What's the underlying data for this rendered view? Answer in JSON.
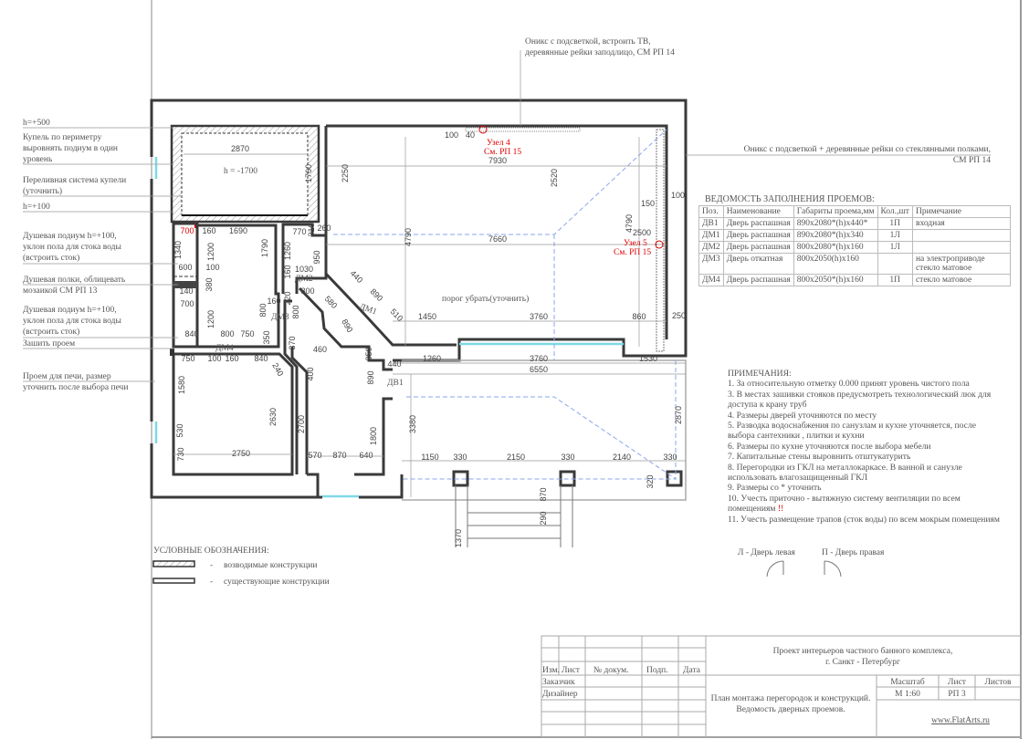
{
  "callouts": {
    "top": [
      "Оникс с подсветкой, встроить ТВ,",
      "деревянные рейки заподлицо, СМ РП 14"
    ],
    "right": [
      "Оникс с подсветкой + деревянные рейки со стеклянными полками,",
      "СМ РП 14"
    ],
    "left": [
      [
        "h=+500"
      ],
      [
        "Купель по периметру",
        "выровнять подиум в один",
        "уровень"
      ],
      [
        "Переливная система купели",
        "(уточнить)"
      ],
      [
        "h=+100"
      ],
      [
        "Душевая подиум h=+100,",
        "уклон пола для стока воды",
        "(встроить сток)"
      ],
      [
        "Душевая полки, облицевать",
        "мозаикой СМ РП 13"
      ],
      [
        "Душевая подиум h=+100,",
        "уклон пола для стока воды",
        "(встроить сток)"
      ],
      [
        "Зашить проем"
      ],
      [
        "Проем для печи, размер",
        "уточнить после выбора печи"
      ]
    ]
  },
  "plan": {
    "pool_level": "h = -1700",
    "threshold_note": "порог убрать(уточнить)",
    "node4": [
      "Узел 4",
      "См. РП 15"
    ],
    "node5": [
      "Узел 5",
      "См. РП 15"
    ],
    "doors": {
      "dm1": "ДМ1",
      "dm2": "ДМ2",
      "dm3": "ДМ3",
      "dm4": "ДМ4",
      "dv1": "ДВ1"
    },
    "small": [
      "2520",
      "2500"
    ],
    "dims": [
      "2870",
      "1760",
      "100",
      "40",
      "7930",
      "2250",
      "4790",
      "7660",
      "4790",
      "150",
      "100",
      "250",
      "1450",
      "3760",
      "860",
      "700",
      "160",
      "1690",
      "1340",
      "1200",
      "1790",
      "600",
      "100",
      "380",
      "140",
      "700",
      "1200",
      "840",
      "800",
      "750",
      "350",
      "800",
      "770",
      "310",
      "260",
      "1260",
      "950",
      "1030",
      "160",
      "800",
      "160",
      "220",
      "800",
      "580",
      "440",
      "890",
      "510",
      "370",
      "460",
      "750",
      "100",
      "160",
      "840",
      "240",
      "400",
      "1260",
      "3760",
      "1530",
      "6550",
      "440",
      "890",
      "1580",
      "2630",
      "2700",
      "530",
      "730",
      "2750",
      "570",
      "870",
      "640",
      "1800",
      "3380",
      "2870",
      "1150",
      "330",
      "2150",
      "330",
      "2140",
      "330",
      "320",
      "870",
      "290",
      "1370",
      "890",
      "350"
    ]
  },
  "legend": {
    "title": "УСЛОВНЫЕ ОБОЗНАЧЕНИЯ:",
    "items": [
      {
        "dash": "-",
        "label": "возводимые конструкции"
      },
      {
        "dash": "-",
        "label": "существующие конструкции"
      }
    ]
  },
  "door_schedule": {
    "title": "ВЕДОМОСТЬ ЗАПОЛНЕНИЯ ПРОЕМОВ:",
    "headers": [
      "Поз.",
      "Наименование",
      "Габариты проема,мм",
      "Кол.,шт",
      "Примечание"
    ],
    "rows": [
      [
        "ДВ1",
        "Дверь распашная",
        "890x2080*(h)x440*",
        "1П",
        "входная"
      ],
      [
        "ДМ1",
        "Дверь распашная",
        "890x2080*(h)x340",
        "1Л",
        ""
      ],
      [
        "ДМ2",
        "Дверь распашная",
        "800x2080*(h)x160",
        "1Л",
        ""
      ],
      [
        "ДМ3",
        "Дверь откатная",
        "800x2050(h)x160",
        "",
        "на электроприводе стекло матовое"
      ],
      [
        "ДМ4",
        "Дверь распашная",
        "800x2050*(h)x160",
        "1П",
        "стекло матовое"
      ]
    ]
  },
  "notes": {
    "title": "ПРИМЕЧАНИЯ:",
    "items": [
      "1. За относительную отметку 0.000 принят уровень чистого пола",
      "3. В местах зашивки стояков предусмотреть технологический люк для доступа к крану труб",
      "4. Размеры дверей уточняются по месту",
      "5. Разводка водоснабжения по санузлам и кухне уточняется, после выбора сантехники , плитки и кухни",
      "6. Размеры по кухне уточняются после выбора  мебели",
      "7. Капитальные стены выровнить отштукатурить",
      "8. Перегородки из ГКЛ на металлокаркасе.  В ванной и санузле использовать влагозащищенный ГКЛ",
      "9. Размеры со * уточнить",
      "10. Учесть приточно - вытяжную систему вентиляции по всем помещениям",
      "11. Учесть размещение трапов (сток воды) по всем мокрым помещениям"
    ],
    "note10_mark": "!!",
    "door_left": "Л - Дверь левая",
    "door_right": "П - Дверь правая"
  },
  "title_block": {
    "headers": [
      "Изм.",
      "Лист",
      "№ докум.",
      "Подп.",
      "Дата"
    ],
    "roles": [
      "Заказчик",
      "Дизайнер"
    ],
    "project": [
      "Проект интерьеров частного банного комплекса,",
      "г. Санкт - Петербург"
    ],
    "sheet_title": [
      "План монтажа перегородок и конструкций.",
      "Ведомость дверных проемов."
    ],
    "scale_label": "Масштаб",
    "sheet_label": "Лист",
    "sheets_label": "Листов",
    "scale": "М 1:60",
    "sheet": "РП 3",
    "website": "www.FlatArts.ru"
  },
  "colors": {
    "wall": "#3a3a3a",
    "window": "#7fd8e6",
    "accent_red": "#e00000",
    "axis_blue": "#8aa6f0"
  }
}
